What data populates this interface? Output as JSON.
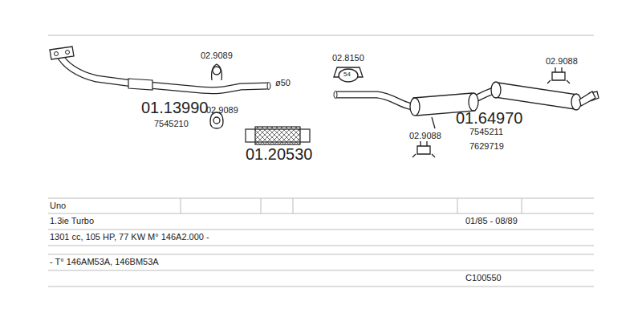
{
  "diagram": {
    "labels": [
      "02.9089",
      "02.8150",
      "54",
      "02.9088",
      "ø50",
      "01.13990",
      "7545210",
      "02.9089",
      "01.64970",
      "7545211",
      "02.9088",
      "7629719",
      "01.20530",
      "Uno",
      "1.3ie Turbo",
      "01/85 - 08/89",
      "1301 cc, 105 HP, 77 KW M° 146A2.000 -",
      "- T° 146AM53A, 146BM53A",
      "C100550"
    ]
  }
}
